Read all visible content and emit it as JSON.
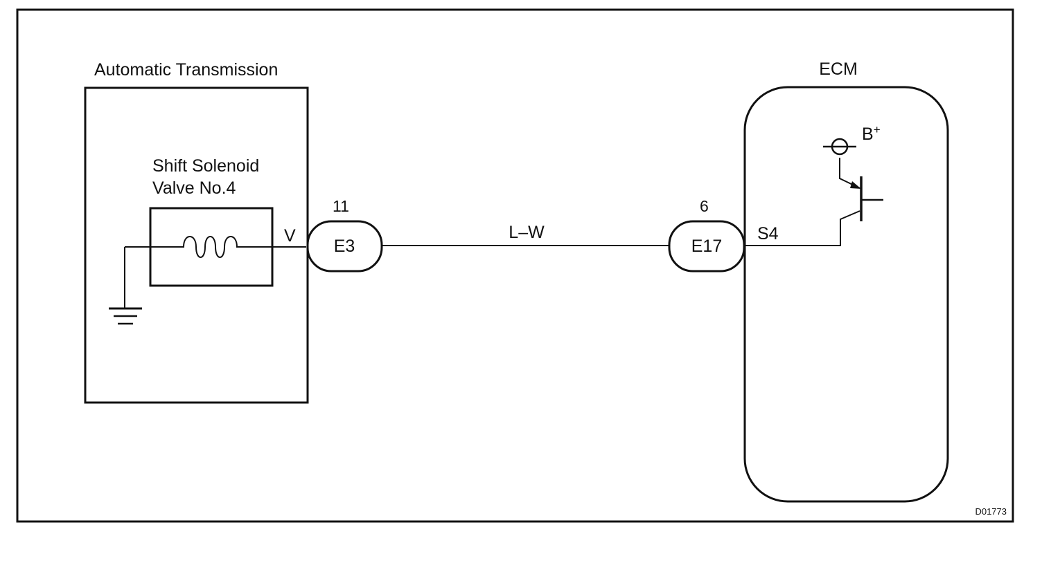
{
  "diagram": {
    "figure_id": "D01773",
    "automatic_transmission": {
      "title": "Automatic Transmission",
      "solenoid": {
        "name_line1": "Shift Solenoid",
        "name_line2": "Valve No.4"
      },
      "terminal": "V"
    },
    "connector_e3": {
      "code": "E3",
      "pin": "11"
    },
    "wire": {
      "color_code": "L–W"
    },
    "connector_e17": {
      "code": "E17",
      "pin": "6"
    },
    "ecm": {
      "title": "ECM",
      "terminal": "S4",
      "supply_main": "B",
      "supply_sup": "+"
    }
  }
}
